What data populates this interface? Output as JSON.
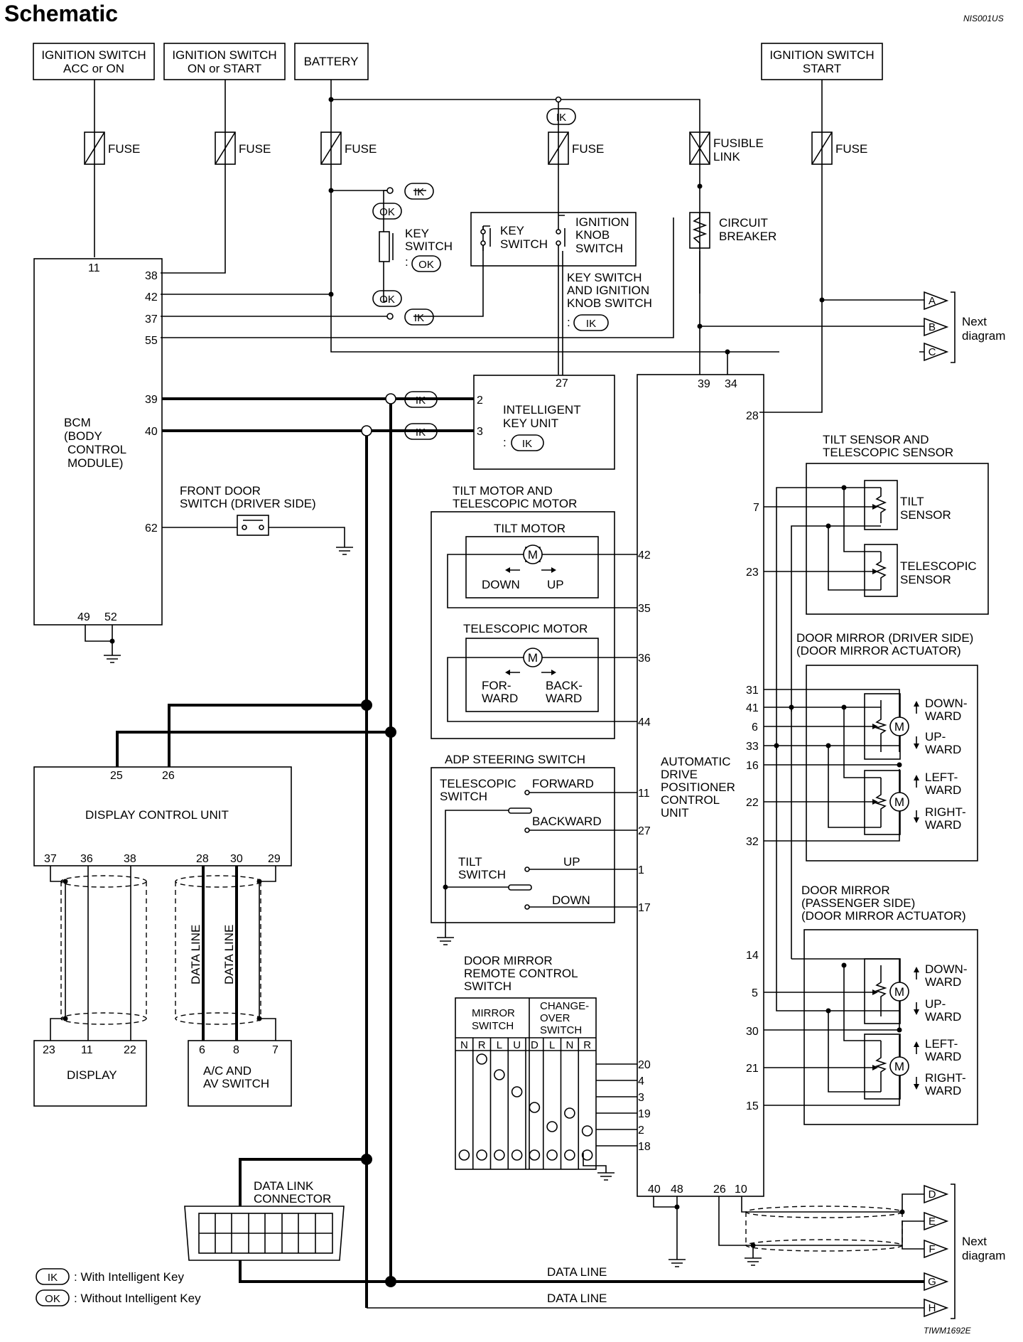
{
  "title": "Schematic",
  "codes": {
    "top": "NIS001US",
    "bottom": "TIWM1692E"
  },
  "sources": [
    {
      "line1": "IGNITION SWITCH",
      "line2": "ACC or ON"
    },
    {
      "line1": "IGNITION SWITCH",
      "line2": "ON or START"
    },
    {
      "line1": "BATTERY",
      "line2": ""
    },
    {
      "line1": "IGNITION SWITCH",
      "line2": "START"
    }
  ],
  "fuse": "FUSE",
  "fusible_link": [
    "FUSIBLE",
    "LINK"
  ],
  "circuit_breaker": [
    "CIRCUIT",
    "BREAKER"
  ],
  "tags": {
    "ik": "IK",
    "ok": "OK"
  },
  "key_switch": [
    "KEY",
    "SWITCH"
  ],
  "ignition_knob": [
    "IGNITION",
    "KNOB",
    "SWITCH"
  ],
  "key_knob_note": [
    "KEY SWITCH",
    "AND IGNITION",
    "KNOB SWITCH"
  ],
  "colon": ":",
  "bcm": {
    "name": [
      "BCM",
      "(BODY",
      "CONTROL",
      "MODULE)"
    ],
    "pins": [
      "11",
      "38",
      "42",
      "37",
      "55",
      "39",
      "40",
      "62",
      "49",
      "52"
    ]
  },
  "front_door_switch": [
    "FRONT DOOR",
    "SWITCH (DRIVER SIDE)"
  ],
  "intelligent_key_unit": {
    "name": [
      "INTELLIGENT",
      "KEY UNIT"
    ],
    "pins": [
      "27",
      "2",
      "3"
    ]
  },
  "tilt_tele_motor": {
    "title": [
      "TILT MOTOR AND",
      "TELESCOPIC MOTOR"
    ],
    "tilt": "TILT MOTOR",
    "tilt_down": "DOWN",
    "tilt_up": "UP",
    "tele": "TELESCOPIC MOTOR",
    "fwd": [
      "FOR-",
      "WARD"
    ],
    "bwd": [
      "BACK-",
      "WARD"
    ],
    "pins": [
      "42",
      "35",
      "36",
      "44"
    ]
  },
  "adp_switch": {
    "title": "ADP STEERING SWITCH",
    "telescopic": [
      "TELESCOPIC",
      "SWITCH"
    ],
    "forward": "FORWARD",
    "backward": "BACKWARD",
    "tilt": [
      "TILT",
      "SWITCH"
    ],
    "up": "UP",
    "down": "DOWN",
    "pins": [
      "11",
      "27",
      "1",
      "17"
    ]
  },
  "mirror_remote": {
    "title": [
      "DOOR MIRROR",
      "REMOTE CONTROL",
      "SWITCH"
    ],
    "mirror_switch": [
      "MIRROR",
      "SWITCH"
    ],
    "changeover": [
      "CHANGE-",
      "OVER",
      "SWITCH"
    ],
    "cols": [
      "N",
      "R",
      "L",
      "U",
      "D",
      "L",
      "N",
      "R"
    ],
    "pins": [
      "20",
      "4",
      "3",
      "19",
      "2",
      "18"
    ]
  },
  "adp_unit": {
    "name": [
      "AUTOMATIC",
      "DRIVE",
      "POSITIONER",
      "CONTROL",
      "UNIT"
    ],
    "top_pins": [
      "39",
      "34"
    ],
    "right_pins": [
      "28",
      "7",
      "23",
      "31",
      "41",
      "6",
      "33",
      "16",
      "22",
      "32",
      "14",
      "5",
      "30",
      "21",
      "15"
    ],
    "bottom_pins": [
      "40",
      "48",
      "26",
      "10"
    ]
  },
  "tilt_tele_sensor": {
    "title": [
      "TILT SENSOR AND",
      "TELESCOPIC SENSOR"
    ],
    "tilt": [
      "TILT",
      "SENSOR"
    ],
    "tele": [
      "TELESCOPIC",
      "SENSOR"
    ]
  },
  "mirror_driver": {
    "title": [
      "DOOR MIRROR (DRIVER SIDE)",
      "(DOOR MIRROR ACTUATOR)"
    ]
  },
  "mirror_passenger": {
    "title": [
      "DOOR MIRROR",
      "(PASSENGER SIDE)",
      "(DOOR MIRROR ACTUATOR)"
    ]
  },
  "mirror_dirs": {
    "down": [
      "DOWN-",
      "WARD"
    ],
    "up": [
      "UP-",
      "WARD"
    ],
    "left": [
      "LEFT-",
      "WARD"
    ],
    "right": [
      "RIGHT-",
      "WARD"
    ]
  },
  "motor": "M",
  "display_control": {
    "name": "DISPLAY CONTROL UNIT",
    "pins": [
      "25",
      "26",
      "37",
      "36",
      "38",
      "28",
      "30",
      "29"
    ]
  },
  "display": {
    "name": "DISPLAY",
    "pins": [
      "23",
      "11",
      "22"
    ]
  },
  "ac_av": {
    "name": [
      "A/C AND",
      "AV SWITCH"
    ],
    "pins": [
      "6",
      "8",
      "7"
    ]
  },
  "data_line": "DATA LINE",
  "data_link_connector": [
    "DATA LINK",
    "CONNECTOR"
  ],
  "next_diagram": [
    "Next",
    "diagram"
  ],
  "connectors": [
    "A",
    "B",
    "C",
    "D",
    "E",
    "F",
    "G",
    "H"
  ],
  "legend": {
    "ik": "IK",
    "ik_text": ": With Intelligent Key",
    "ok": "OK",
    "ok_text": ": Without Intelligent Key"
  }
}
